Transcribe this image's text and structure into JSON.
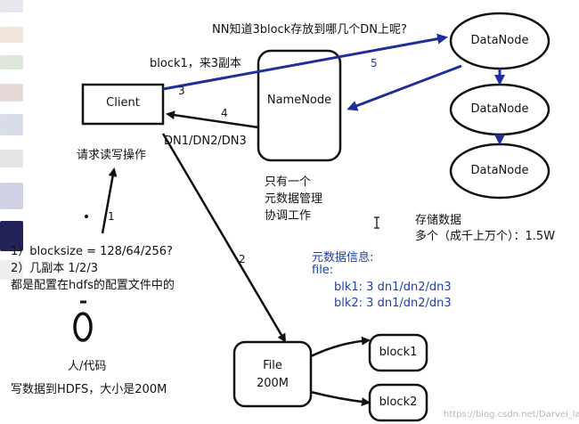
{
  "nodes": {
    "client": "Client",
    "namenode": "NameNode",
    "datanode_1": "DataNode",
    "datanode_2": "DataNode",
    "datanode_3": "DataNode",
    "file": [
      "File",
      "200M"
    ],
    "block1": "block1",
    "block2": "block2"
  },
  "labels": {
    "top_question": "NN知道3block存放到哪几个DN上呢?",
    "block_request": "block1，来3副本",
    "step_3": "3",
    "step_4": "4",
    "step_5": "5",
    "step_1": "1",
    "step_2": "2",
    "dn_list": "DN1/DN2/DN3",
    "client_caption": "请求读写操作",
    "namenode_caption": [
      "只有一个",
      "元数据管理",
      "协调工作"
    ],
    "storage_caption": [
      "存储数据",
      "多个（成千上万个）：1.5W"
    ],
    "config_notes": [
      "1）blocksize = 128/64/256?",
      "2）几副本 1/2/3",
      "都是配置在hdfs的配置文件中的"
    ],
    "person_caption": "人/代码",
    "write_caption": "写数据到HDFS，大小是200M",
    "metadata_title": "元数据信息:",
    "metadata_file": "file:",
    "metadata_blk1": "blk1: 3 dn1/dn2/dn3",
    "metadata_blk2": "blk2: 3 dn1/dn2/dn3",
    "watermark": "https://blog.csdn.net/Darvei_lal"
  },
  "colors": {
    "ink": "#111111",
    "arrow_blue": "#1f2f9a",
    "metadata_blue": "#1f3fa6"
  }
}
